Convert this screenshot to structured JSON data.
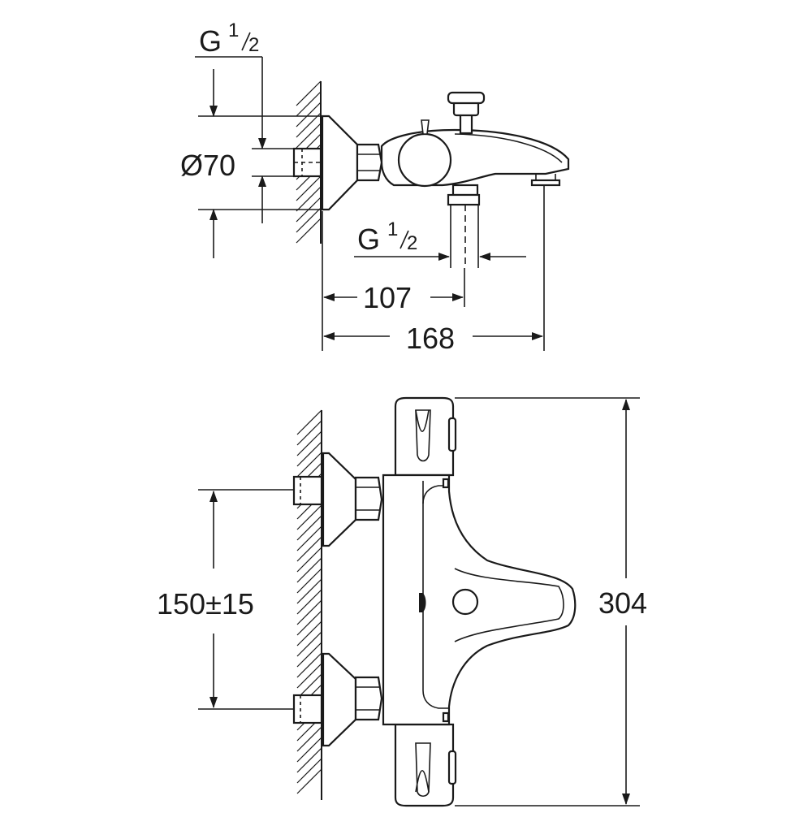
{
  "colors": {
    "line": "#1a1a1a",
    "background": "#ffffff"
  },
  "side_view": {
    "thread_top": {
      "base": "G",
      "fraction_num": "1",
      "fraction_den": "2"
    },
    "thread_spout": {
      "base": "G",
      "fraction_num": "1",
      "fraction_den": "2"
    },
    "diameter_label": "Ø70",
    "dim_107": "107",
    "dim_168": "168"
  },
  "front_view": {
    "dim_spacing": "150±15",
    "dim_height": "304"
  }
}
